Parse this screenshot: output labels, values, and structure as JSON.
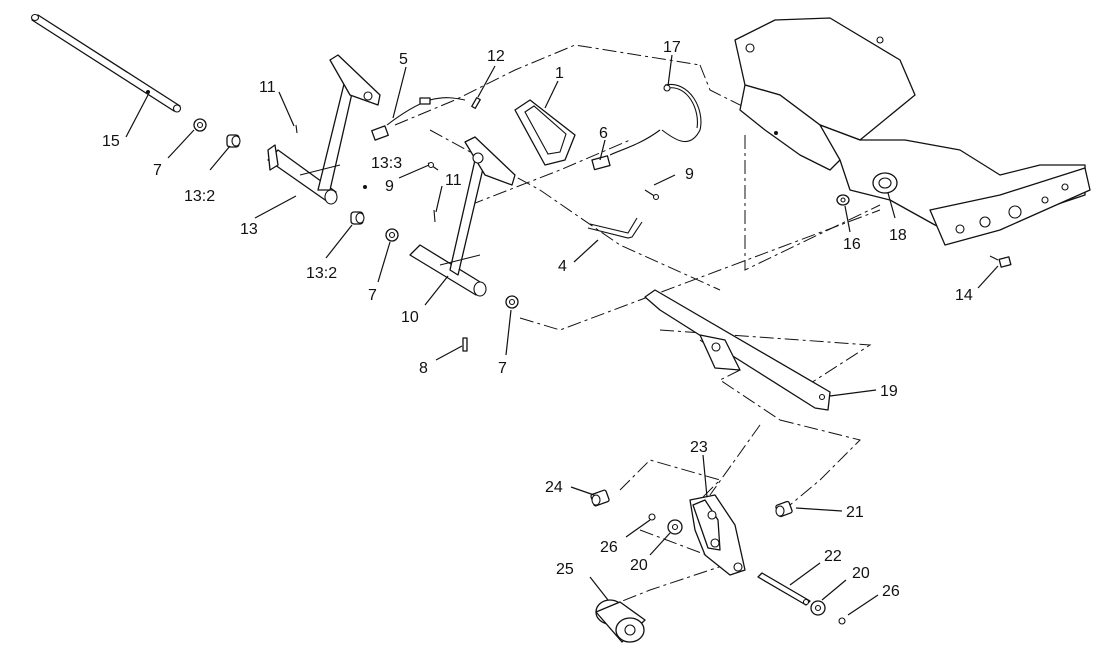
{
  "callouts": [
    {
      "id": "c1",
      "text": "1"
    },
    {
      "id": "c4",
      "text": "4"
    },
    {
      "id": "c5",
      "text": "5"
    },
    {
      "id": "c6",
      "text": "6"
    },
    {
      "id": "c7a",
      "text": "7"
    },
    {
      "id": "c7b",
      "text": "7"
    },
    {
      "id": "c7c",
      "text": "7"
    },
    {
      "id": "c8",
      "text": "8"
    },
    {
      "id": "c9a",
      "text": "9"
    },
    {
      "id": "c9b",
      "text": "9"
    },
    {
      "id": "c10",
      "text": "10"
    },
    {
      "id": "c11a",
      "text": "11"
    },
    {
      "id": "c11b",
      "text": "11"
    },
    {
      "id": "c12",
      "text": "12"
    },
    {
      "id": "c13",
      "text": "13"
    },
    {
      "id": "c13_2a",
      "text": "13:2"
    },
    {
      "id": "c13_2b",
      "text": "13:2"
    },
    {
      "id": "c13_3",
      "text": "13:3"
    },
    {
      "id": "c14",
      "text": "14"
    },
    {
      "id": "c15",
      "text": "15"
    },
    {
      "id": "c16",
      "text": "16"
    },
    {
      "id": "c17",
      "text": "17"
    },
    {
      "id": "c18",
      "text": "18"
    },
    {
      "id": "c19",
      "text": "19"
    },
    {
      "id": "c20a",
      "text": "20"
    },
    {
      "id": "c20b",
      "text": "20"
    },
    {
      "id": "c21",
      "text": "21"
    },
    {
      "id": "c22",
      "text": "22"
    },
    {
      "id": "c23",
      "text": "23"
    },
    {
      "id": "c24",
      "text": "24"
    },
    {
      "id": "c25",
      "text": "25"
    },
    {
      "id": "c26a",
      "text": "26"
    },
    {
      "id": "c26b",
      "text": "26"
    }
  ]
}
